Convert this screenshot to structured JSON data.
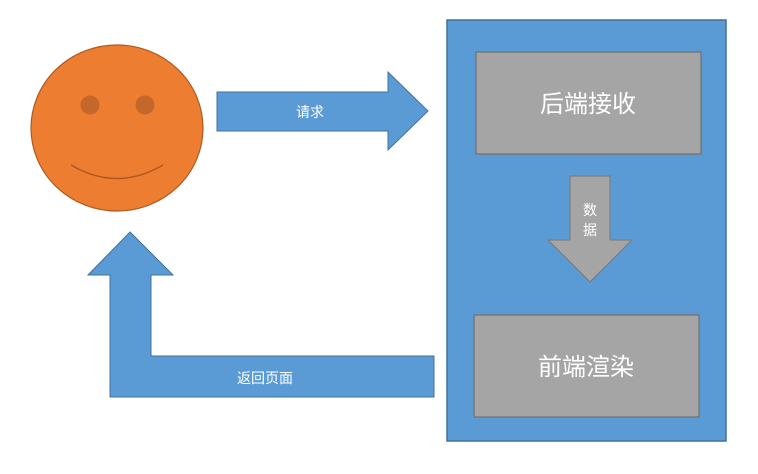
{
  "diagram": {
    "actor": {
      "icon": "smiley-face-icon",
      "color": "#ed7d31"
    },
    "request_arrow": {
      "label": "请求",
      "color": "#5b9bd5"
    },
    "server_container": {
      "color": "#5b9bd5"
    },
    "backend_box": {
      "label": "后端接收",
      "color": "#a5a5a5"
    },
    "data_arrow": {
      "label_line1": "数",
      "label_line2": "据",
      "color": "#a5a5a5"
    },
    "frontend_box": {
      "label": "前端渲染",
      "color": "#a5a5a5"
    },
    "return_arrow": {
      "label": "返回页面",
      "color": "#5b9bd5"
    }
  }
}
